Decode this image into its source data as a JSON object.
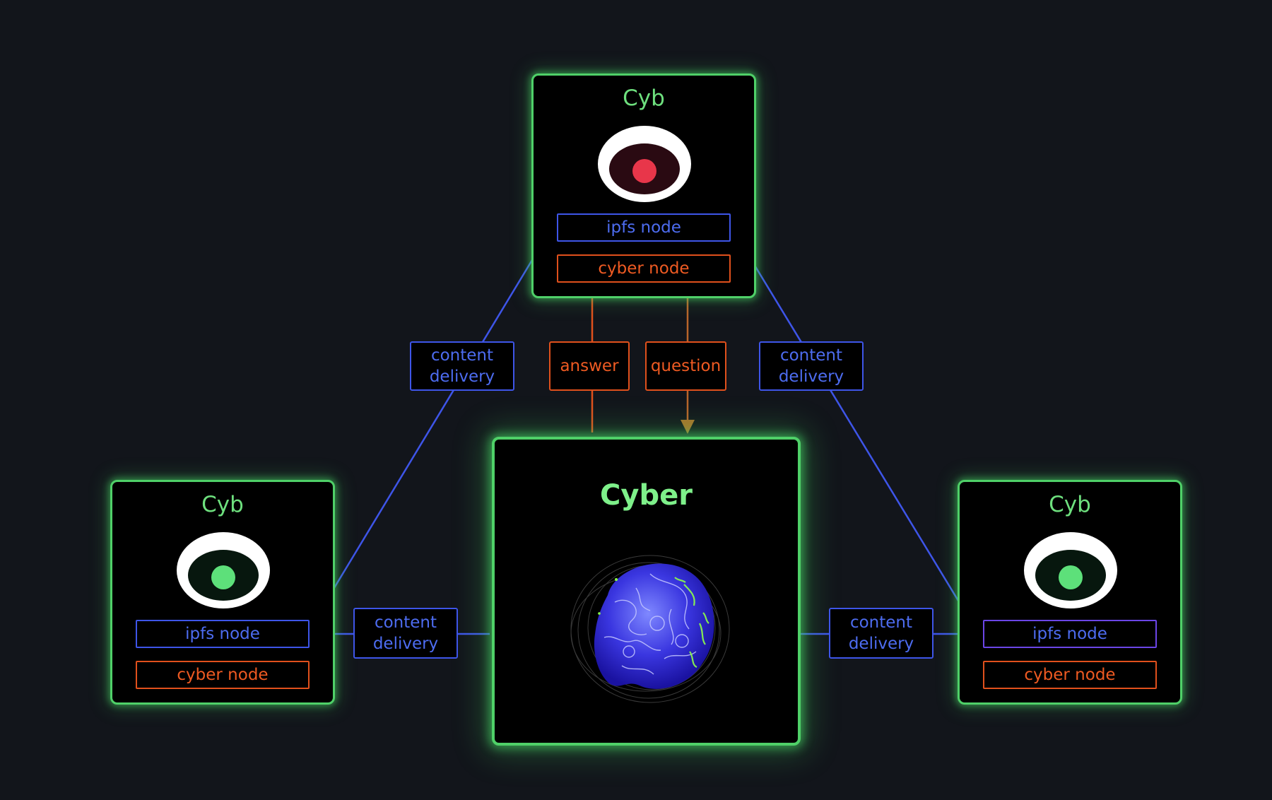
{
  "colors": {
    "background": "#12151b",
    "card_border": "#4fd068",
    "ipfs_blue": "#3e55e8",
    "cyber_orange": "#e0501c",
    "title_green": "#6ee07e",
    "eye_red": "#e8364a",
    "eye_green": "#5de07a"
  },
  "cards": {
    "top": {
      "title": "Cyb",
      "eye_icon": "red-pupil-eye-icon",
      "ipfs": "ipfs node",
      "cyber": "cyber node"
    },
    "left": {
      "title": "Cyb",
      "eye_icon": "green-pupil-eye-icon",
      "ipfs": "ipfs node",
      "cyber": "cyber node"
    },
    "right": {
      "title": "Cyb",
      "eye_icon": "green-pupil-eye-icon",
      "ipfs": "ipfs node",
      "cyber": "cyber node"
    },
    "center": {
      "title": "Cyber",
      "icon": "wireframe-brain-sphere-icon"
    }
  },
  "edges": {
    "left_up_label": "content\ndelivery",
    "right_up_label": "content\ndelivery",
    "left_bottom_label": "content\ndelivery",
    "right_bottom_label": "content\ndelivery",
    "answer_label": "answer",
    "question_label": "question"
  }
}
